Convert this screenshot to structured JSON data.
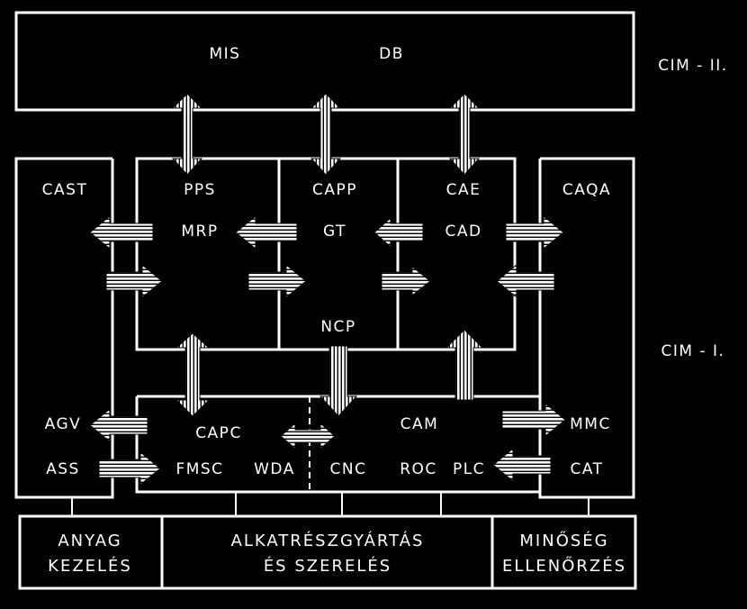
{
  "top_box": {
    "left_label": "MIS",
    "right_label": "DB"
  },
  "level_labels": {
    "upper": "CIM - II.",
    "lower": "CIM - I."
  },
  "cast_box": {
    "title": "CAST",
    "agv": "AGV",
    "ass": "ASS"
  },
  "pps_box": {
    "title": "PPS",
    "subtitle": "MRP"
  },
  "capp_box": {
    "title": "CAPP",
    "subtitle": "GT",
    "bottom": "NCP"
  },
  "cae_box": {
    "title": "CAE",
    "subtitle": "CAD"
  },
  "caqa_box": {
    "title": "CAQA",
    "mmc": "MMC",
    "cat": "CAT"
  },
  "capc_box": {
    "title": "CAPC",
    "fmsc": "FMSC",
    "wda": "WDA"
  },
  "cam_box": {
    "title": "CAM",
    "cnc": "CNC",
    "roc": "ROC",
    "plc": "PLC"
  },
  "bottom_boxes": {
    "left": {
      "line1": "ANYAG",
      "line2": "KEZELÉS"
    },
    "middle": {
      "line1": "ALKATRÉSZGYÁRTÁS",
      "line2": "ÉS SZERELÉS"
    },
    "right": {
      "line1": "MINŐSÉG",
      "line2": "ELLENŐRZÉS"
    }
  }
}
